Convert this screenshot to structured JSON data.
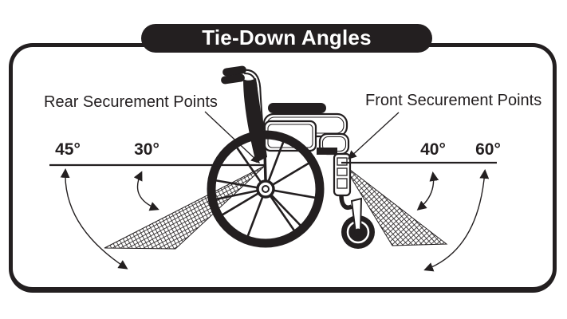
{
  "title": "Tie-Down Angles",
  "rear": {
    "label": "Rear Securement Points",
    "outer_angle": "45°",
    "inner_angle": "30°"
  },
  "front": {
    "label": "Front Securement Points",
    "inner_angle": "40°",
    "outer_angle": "60°"
  },
  "illustration": "manual wheelchair, side view, facing right",
  "colors": {
    "ink": "#231f20",
    "background": "#ffffff",
    "title_bg": "#231f20",
    "title_text": "#ffffff"
  }
}
